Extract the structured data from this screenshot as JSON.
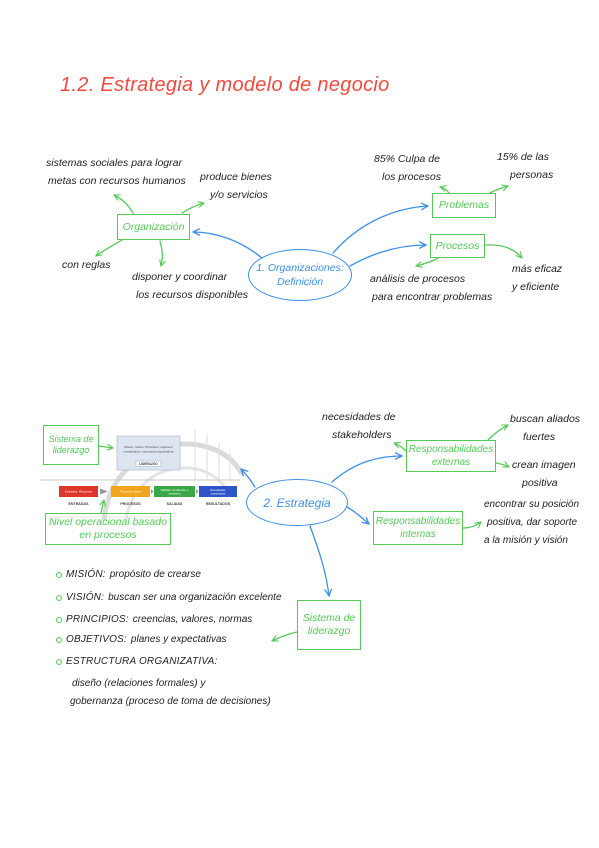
{
  "title": "1.2. Estrategia y modelo de negocio",
  "colors": {
    "title": "#ef4a3f",
    "diagram_blue": "#3d8fe3",
    "box_green": "#55c857",
    "ink": "#1e1e1e"
  },
  "map1": {
    "center": [
      "1. Organizaciones:",
      "Definición"
    ],
    "organizacion": {
      "label": "Organización",
      "sistemas": [
        "sistemas sociales para lograr",
        "metas con recursos humanos"
      ],
      "produce": [
        "produce bienes",
        "y/o servicios"
      ],
      "reglas": "con reglas",
      "disponer": [
        "disponer y coordinar",
        "los recursos disponibles"
      ]
    },
    "problemas": {
      "label": "Problemas",
      "culpa_procesos": [
        "85% Culpa de",
        "los procesos"
      ],
      "culpa_personas": [
        "15% de las",
        "personas"
      ]
    },
    "procesos": {
      "label": "Procesos",
      "analisis": [
        "análisis de procesos",
        "para encontrar problemas"
      ],
      "eficacia": [
        "más eficaz",
        "y eficiente"
      ]
    }
  },
  "map2": {
    "center": "2. Estrategia",
    "figure": {
      "liderazgo_box": [
        "Sistema de",
        "liderazgo"
      ],
      "top_text": [
        "Misión, Visión, Principios, objetivos",
        "estratégicos, estructura organizativa"
      ],
      "top_label": "LIDERAZGO",
      "flow": [
        {
          "lines": [
            "Entradas: Recursos"
          ],
          "label": "ENTRADAS",
          "color": "#e0352b"
        },
        {
          "lines": [
            "Procesos clave"
          ],
          "label": "PROCESOS",
          "color": "#f0a51c"
        },
        {
          "lines": [
            "Salidas: productos o",
            "servicios"
          ],
          "label": "SALIDAS",
          "color": "#3aa845"
        },
        {
          "lines": [
            "Resultados",
            "esperados"
          ],
          "label": "RESULTADOS",
          "color": "#2e54c8"
        }
      ],
      "operacional_box": [
        "Nivel operacional basado",
        "en procesos"
      ]
    },
    "externas": {
      "label": [
        "Responsabilidades",
        "externas"
      ],
      "stakeholders": [
        "necesidades de",
        "stakeholders"
      ],
      "aliados": [
        "buscan aliados",
        "fuertes"
      ],
      "imagen": [
        "crean imagen",
        "positiva"
      ]
    },
    "internas": {
      "label": [
        "Responsabilidades",
        "internas"
      ],
      "posicion": [
        "encontrar su posición",
        "positiva, dar soporte",
        "a la misión y visión"
      ]
    },
    "liderazgo": {
      "label": [
        "Sistema de",
        "liderazgo"
      ],
      "items": [
        {
          "label": "MISIÓN:",
          "text": "propósito de crearse"
        },
        {
          "label": "VISIÓN:",
          "text": "buscan ser una organización excelente"
        },
        {
          "label": "PRINCIPIOS:",
          "text": "creencias, valores, normas"
        },
        {
          "label": "OBJETIVOS:",
          "text": "planes y expectativas"
        }
      ],
      "estructura": {
        "label": "ESTRUCTURA ORGANIZATIVA:",
        "detail": [
          "diseño (relaciones formales) y",
          "gobernanza (proceso de toma de decisiones)"
        ]
      }
    }
  }
}
